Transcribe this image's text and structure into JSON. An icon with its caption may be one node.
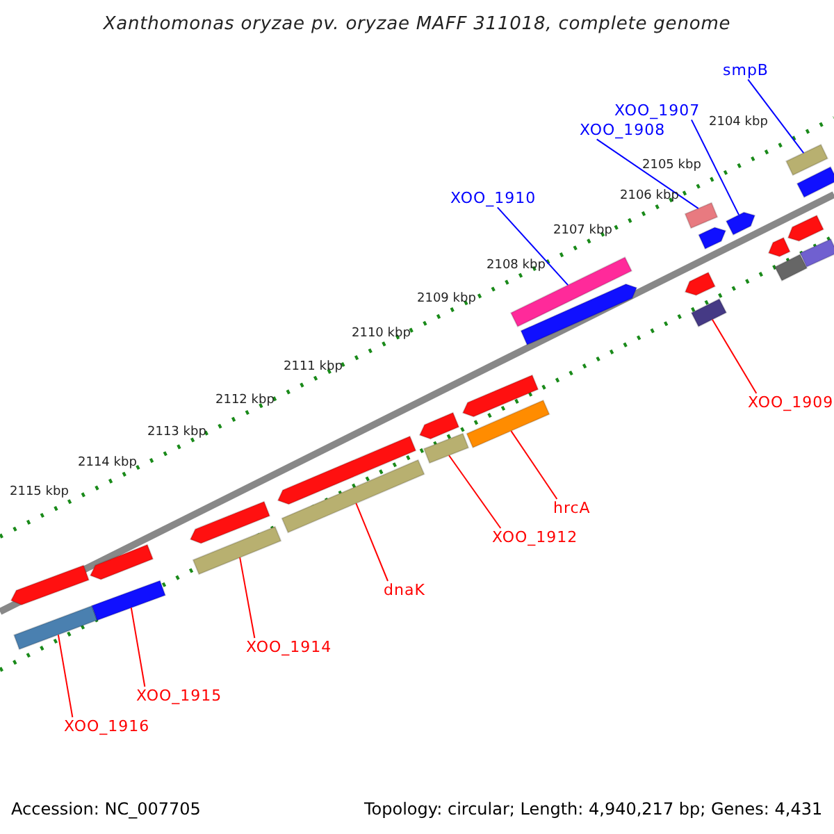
{
  "diagram": {
    "title": "Xanthomonas oryzae pv. oryzae MAFF 311018, complete genome",
    "nodes": [
      {
        "text": [
          "smpB"
        ]
      },
      {
        "text": [
          "XOO_1907"
        ]
      },
      {
        "text": [
          "XOO_1908"
        ]
      },
      {
        "text": [
          "XOO_1910"
        ]
      },
      {
        "text": [
          "XOO_1909"
        ]
      },
      {
        "text": [
          "hrcA"
        ]
      },
      {
        "text": [
          "XOO_1912"
        ]
      },
      {
        "text": [
          "dnaK"
        ]
      },
      {
        "text": [
          "XOO_1914"
        ]
      },
      {
        "text": [
          "XOO_1915"
        ]
      },
      {
        "text": [
          "XOO_1916"
        ]
      },
      {
        "text": [],
        "shape": "pentagon"
      },
      {
        "text": [],
        "shape": "bar"
      },
      {
        "text": [],
        "shape": "pentagon"
      },
      {
        "text": [],
        "shape": "bar"
      },
      {
        "text": [],
        "shape": "pentagon"
      },
      {
        "text": [],
        "shape": "bar"
      },
      {
        "text": [],
        "shape": "pentagon"
      },
      {
        "text": [],
        "shape": "bar"
      },
      {
        "text": [],
        "shape": "pentagon"
      },
      {
        "text": [],
        "shape": "bar"
      },
      {
        "text": [],
        "shape": "pentagon"
      },
      {
        "text": [],
        "shape": "bar"
      },
      {
        "text": [],
        "shape": "bar"
      },
      {
        "text": [],
        "shape": "pentagon"
      },
      {
        "text": [],
        "shape": "pentagon"
      },
      {
        "text": [],
        "shape": "bar"
      },
      {
        "text": [],
        "shape": "bar"
      },
      {
        "text": [],
        "shape": "pentagon"
      },
      {
        "text": [],
        "shape": "pentagon"
      },
      {
        "text": [],
        "shape": "pentagon"
      },
      {
        "text": [],
        "shape": "bar"
      },
      {
        "text": [],
        "shape": "pentagon"
      },
      {
        "text": [],
        "shape": "bar"
      },
      {
        "text": [],
        "shape": "bar"
      },
      {
        "text": [],
        "shape": "bar"
      }
    ],
    "edges": [
      {
        "from": 0,
        "to": 33,
        "arrow": "none",
        "color": "#0000ff"
      },
      {
        "from": 1,
        "to": 29,
        "arrow": "none",
        "color": "#0000ff"
      },
      {
        "from": 2,
        "to": 26,
        "arrow": "none",
        "color": "#0000ff"
      },
      {
        "from": 3,
        "to": 23,
        "arrow": "none",
        "color": "#0000ff"
      },
      {
        "from": 4,
        "to": 27,
        "arrow": "none"
      },
      {
        "from": 5,
        "to": 22,
        "arrow": "none"
      },
      {
        "from": 6,
        "to": 20,
        "arrow": "none"
      },
      {
        "from": 7,
        "to": 18,
        "arrow": "none"
      },
      {
        "from": 8,
        "to": 16,
        "arrow": "none"
      },
      {
        "from": 9,
        "to": 14,
        "arrow": "none"
      },
      {
        "from": 10,
        "to": 12,
        "arrow": "none"
      }
    ],
    "labels": [
      "2104 kbp",
      "2105 kbp",
      "2106 kbp",
      "2107 kbp",
      "2108 kbp",
      "2109 kbp",
      "2110 kbp",
      "2111 kbp",
      "2112 kbp",
      "2113 kbp",
      "2114 kbp",
      "2115 kbp",
      "Accession: NC_007705",
      "Topology: circular; Length: 4,940,217 bp; Genes: 4,431"
    ]
  }
}
